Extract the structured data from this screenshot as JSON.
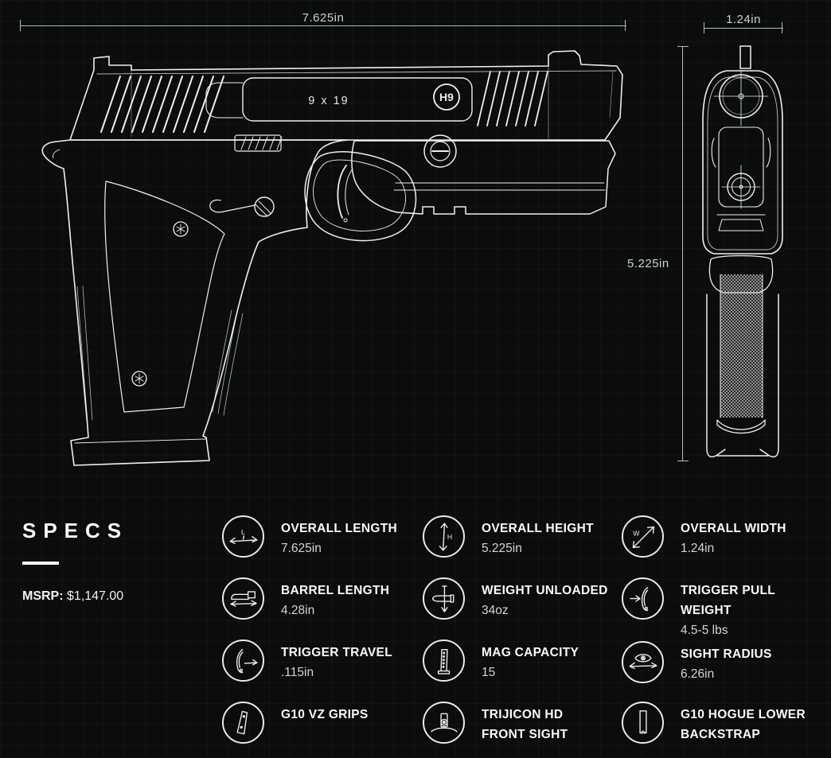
{
  "colors": {
    "background": "#0a0c0d",
    "drawing_line": "#eef0f0",
    "dimension_line": "#b7babc",
    "title_text": "#fafafa",
    "value_text": "#d4d6d6"
  },
  "diagram": {
    "length_dim": "7.625in",
    "width_dim": "1.24in",
    "height_dim": "5.225in",
    "caliber_marking": "9 x 19",
    "logo_marking": "H9"
  },
  "specs": {
    "heading": "SPECS",
    "msrp_label": "MSRP:",
    "msrp_value": "$1,147.00",
    "items": [
      {
        "icon": "overall-length-icon",
        "title": "OVERALL LENGTH",
        "value": "7.625in"
      },
      {
        "icon": "overall-height-icon",
        "title": "OVERALL HEIGHT",
        "value": "5.225in"
      },
      {
        "icon": "overall-width-icon",
        "title": "OVERALL WIDTH",
        "value": "1.24in"
      },
      {
        "icon": "barrel-length-icon",
        "title": "BARREL LENGTH",
        "value": "4.28in"
      },
      {
        "icon": "weight-unloaded-icon",
        "title": "WEIGHT UNLOADED",
        "value": "34oz"
      },
      {
        "icon": "trigger-pull-weight-icon",
        "title": "TRIGGER PULL",
        "title2": "WEIGHT",
        "value": "4.5-5 lbs"
      },
      {
        "icon": "trigger-travel-icon",
        "title": "TRIGGER TRAVEL",
        "value": ".115in"
      },
      {
        "icon": "mag-capacity-icon",
        "title": "MAG CAPACITY",
        "value": "15"
      },
      {
        "icon": "sight-radius-icon",
        "title": "SIGHT RADIUS",
        "value": "6.26in"
      },
      {
        "icon": "g10-vz-grips-icon",
        "title": "G10 VZ GRIPS",
        "value": ""
      },
      {
        "icon": "trijicon-front-sight-icon",
        "title": "TRIJICON HD",
        "title2": "FRONT SIGHT",
        "value": ""
      },
      {
        "icon": "g10-hogue-backstrap-icon",
        "title": "G10 HOGUE LOWER",
        "title2": "BACKSTRAP",
        "value": ""
      }
    ]
  }
}
